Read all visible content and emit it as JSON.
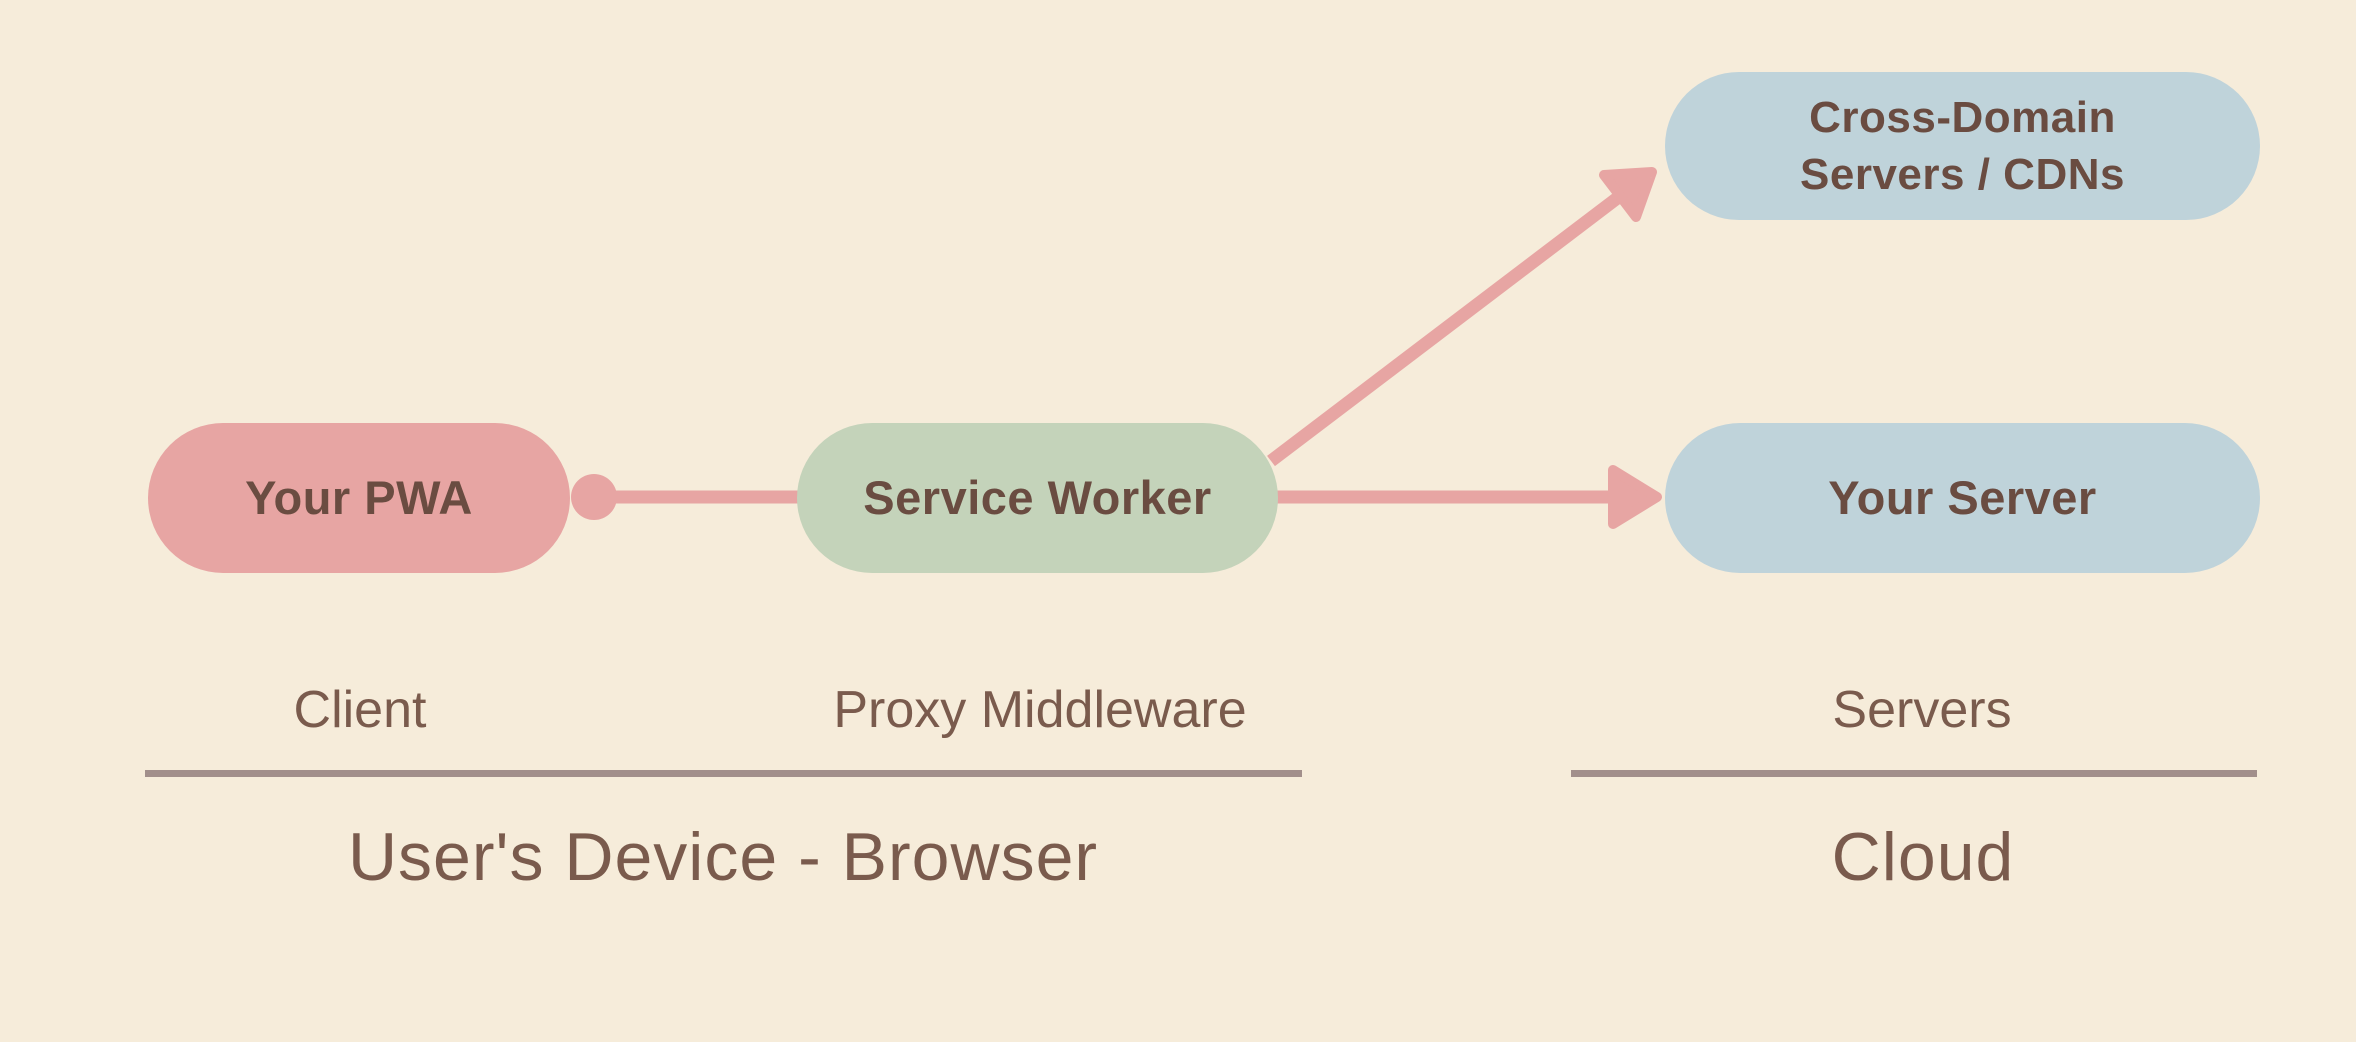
{
  "canvas": {
    "background": "#f6ecda"
  },
  "colors": {
    "pink_node": "#e7a5a3",
    "green_node": "#c4d3ba",
    "blue_node": "#bfd3da",
    "arrow": "#e7a5a3",
    "node_text": "#6a4c41",
    "label_text": "#7a5b4d",
    "divider": "#a28f8b"
  },
  "nodes": {
    "your_pwa": {
      "label": "Your PWA",
      "fill": "#e7a5a3"
    },
    "service_worker": {
      "label": "Service Worker",
      "fill": "#c4d3ba"
    },
    "cross_domain": {
      "line1": "Cross-Domain",
      "line2": "Servers / CDNs",
      "fill": "#bfd3da"
    },
    "your_server": {
      "label": "Your Server",
      "fill": "#bfd3da"
    }
  },
  "annotations": {
    "client": "Client",
    "proxy_middleware": "Proxy Middleware",
    "servers": "Servers",
    "users_device": "User's Device - Browser",
    "cloud": "Cloud"
  }
}
